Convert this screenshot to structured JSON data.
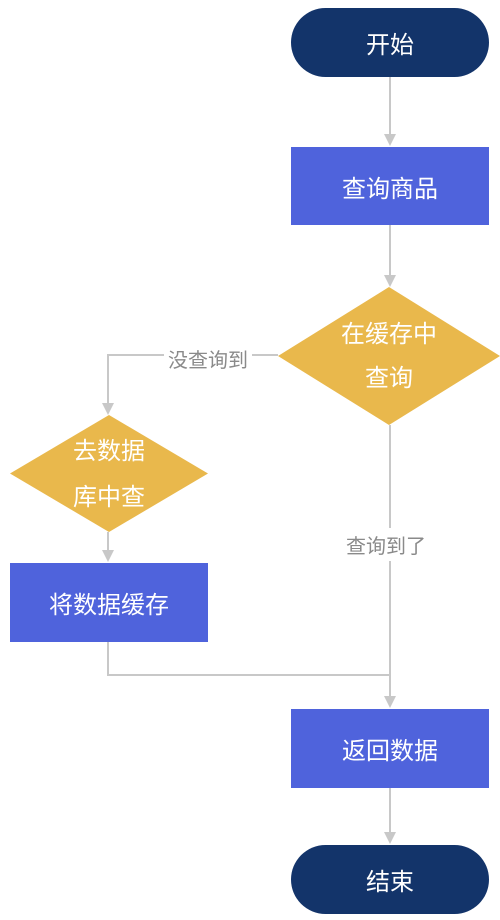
{
  "diagram": {
    "nodes": {
      "start": "开始",
      "query_product": "查询商品",
      "check_cache_line1": "在缓存中",
      "check_cache_line2": "查询",
      "query_db_line1": "去数据",
      "query_db_line2": "库中查",
      "cache_data": "将数据缓存",
      "return_data": "返回数据",
      "end": "结束"
    },
    "edges": {
      "not_found": "没查询到",
      "found": "查询到了"
    },
    "colors": {
      "terminal": "#13346a",
      "process": "#4f63dc",
      "decision": "#e9b84c",
      "connector": "#c8c8c8",
      "edge_label": "#8a8a8a"
    }
  }
}
